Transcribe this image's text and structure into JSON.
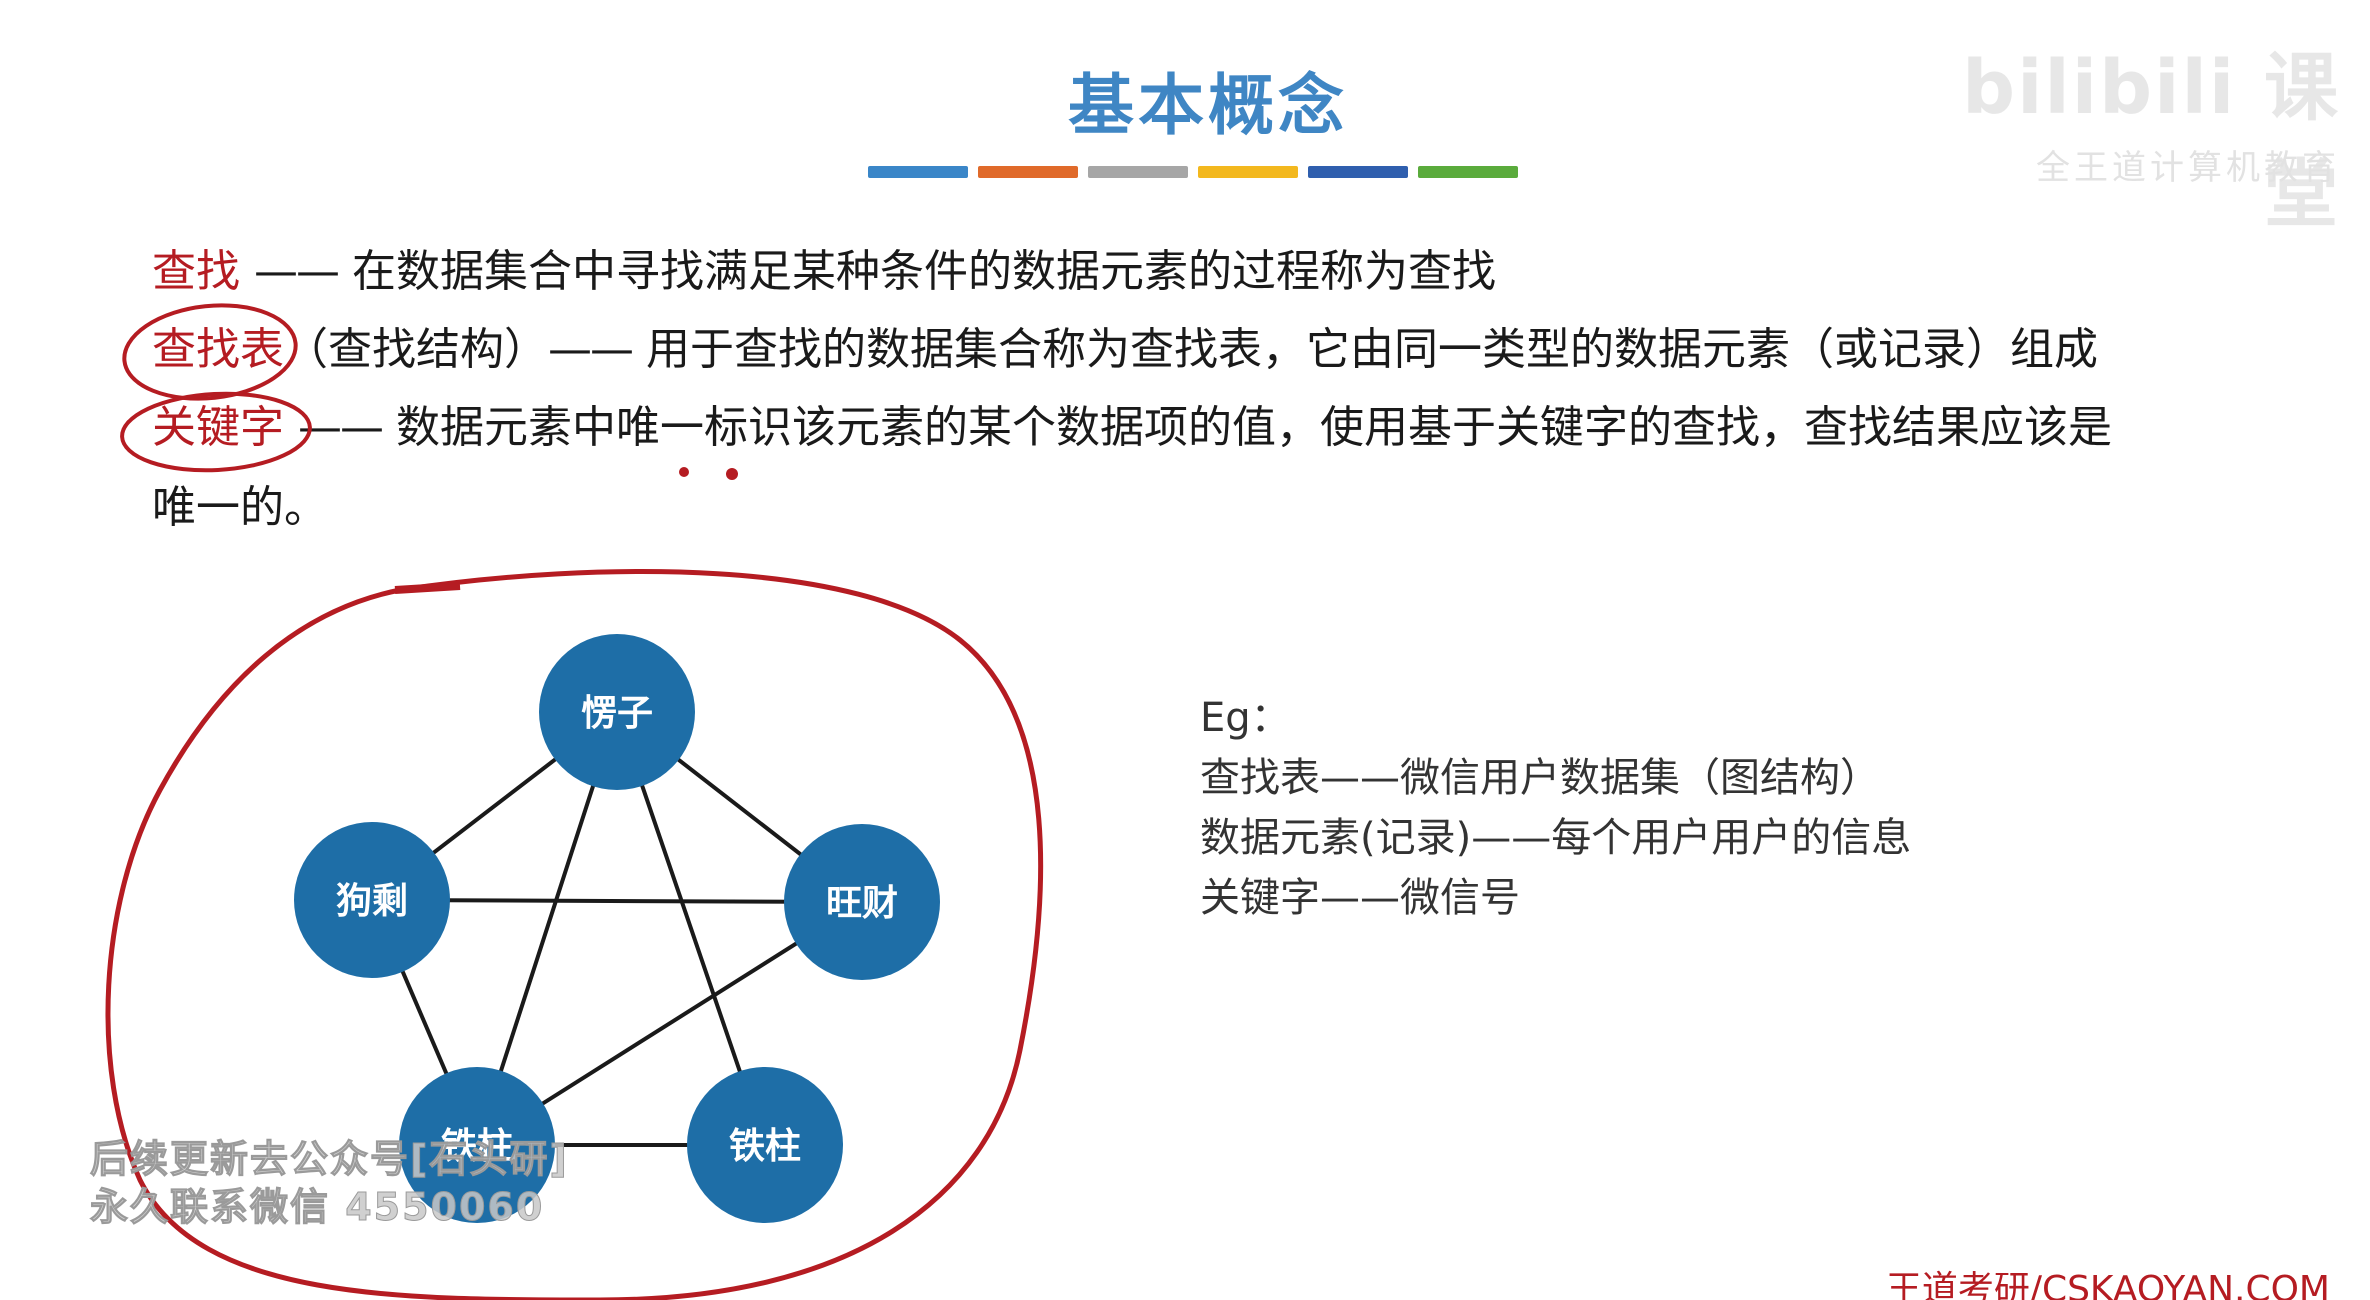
{
  "title": "基本概念",
  "color_bars": [
    "#3a86c8",
    "#e06a2a",
    "#a6a6a6",
    "#f3b81e",
    "#2f5fae",
    "#5aab3c"
  ],
  "watermark": {
    "logo": "bilibili 课堂",
    "sub": "全王道计算机教育"
  },
  "definitions": [
    {
      "term": "查找",
      "dash": "——",
      "text": "在数据集合中寻找满足某种条件的数据元素的过程称为查找"
    },
    {
      "term": "查找表",
      "dash": "——",
      "text_prefix": "（查找结构）",
      "text": "用于查找的数据集合称为查找表，它由同一类型的数据元素（或记录）组成"
    },
    {
      "term": "关键字",
      "dash": "——",
      "text": "数据元素中唯一标识该元素的某个数据项的值，使用基于关键字的查找，查找结果应该是",
      "continuation": "唯一的。"
    }
  ],
  "graph": {
    "node_color": "#1e6ea7",
    "edge_color": "#1a1a1a",
    "nodes": [
      "愣子",
      "旺财",
      "铁柱",
      "铁柱",
      "狗剩"
    ]
  },
  "example": {
    "heading": "Eg：",
    "lines": [
      "查找表——微信用户数据集（图结构）",
      "数据元素(记录)——每个用户用户的信息",
      "关键字——微信号"
    ]
  },
  "overlay": {
    "line1": "后续更新去公众号[石头研]",
    "line2": "永久联系微信 4550060"
  },
  "footer": "王道考研/CSKAOYAN.COM",
  "ink_color": "#b51c22"
}
